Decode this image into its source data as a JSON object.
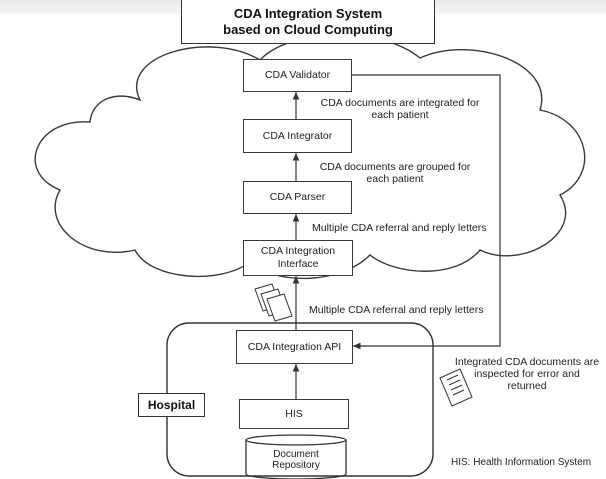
{
  "title": {
    "line1": "CDA Integration System",
    "line2": "based on Cloud Computing"
  },
  "components": {
    "validator": "CDA Validator",
    "integrator": "CDA Integrator",
    "parser": "CDA Parser",
    "interface_line1": "CDA Integration",
    "interface_line2": "Interface",
    "api": "CDA Integration API",
    "his": "HIS",
    "repository_line1": "Document",
    "repository_line2": "Repository",
    "hospital": "Hospital"
  },
  "flows": {
    "integrated_line1": "CDA documents are integrated for",
    "integrated_line2": "each patient",
    "grouped_line1": "CDA documents are grouped for",
    "grouped_line2": "each patient",
    "letters_cloud": "Multiple CDA referral and reply letters",
    "letters_hospital": "Multiple CDA referral and reply letters",
    "returned_line1": "Integrated CDA documents are",
    "returned_line2": "inspected for error and",
    "returned_line3": "returned"
  },
  "legend": {
    "his": "HIS: Health Information System"
  }
}
